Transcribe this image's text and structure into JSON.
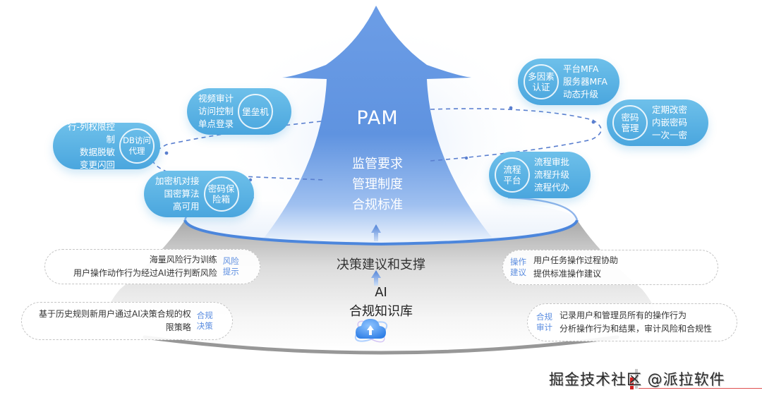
{
  "core": {
    "title": "PAM",
    "lines": [
      "监管要求",
      "管理制度",
      "合规标准"
    ]
  },
  "left_pills": [
    {
      "ring": "堡垒机",
      "lines": [
        "视频审计",
        "访问控制",
        "单点登录"
      ]
    },
    {
      "ring": "DB访问代理",
      "lines": [
        "行-列权限控制",
        "数据脱敏",
        "变更闪回"
      ]
    },
    {
      "ring": "密码保险箱",
      "lines": [
        "加密机对接",
        "国密算法",
        "高可用"
      ]
    }
  ],
  "right_pills": [
    {
      "ring": "多因素认证",
      "lines": [
        "平台MFA",
        "服务器MFA",
        "动态升级"
      ]
    },
    {
      "ring": "密码管理",
      "lines": [
        "定期改密",
        "内嵌密码",
        "一次一密"
      ]
    },
    {
      "ring": "流程平台",
      "lines": [
        "流程审批",
        "流程升级",
        "流程代办"
      ]
    }
  ],
  "support": {
    "label": "决策建议和支撑",
    "ai": "AI",
    "knowledge_base": "合规知识库",
    "icon": "cloud-upload-icon"
  },
  "ai_cards": {
    "risk": {
      "tag": [
        "风险",
        "提示"
      ],
      "lines": [
        "海量风险行为训练",
        "用户操作动作行为经过AI进行判断风险"
      ]
    },
    "decision": {
      "tag": [
        "合规",
        "决策"
      ],
      "lines": [
        "基于历史规则新用户通过AI决策合规的权",
        "限策略"
      ]
    },
    "advice": {
      "tag": [
        "操作",
        "建议"
      ],
      "lines": [
        "用户任务操作过程协助",
        "提供标准操作建议"
      ]
    },
    "audit": {
      "tag": [
        "合规",
        "审计"
      ],
      "lines": [
        "记录用户和管理员所有的操作行为",
        "分析操作行为和结果，审计风险和合规性"
      ]
    }
  },
  "watermark": "掘金技术社区 @派拉软件",
  "colors": {
    "arrow": "#5f94e2",
    "pill": "#55aee2",
    "tag": "#5b8de0",
    "ring_edge": "#4c86dc"
  }
}
